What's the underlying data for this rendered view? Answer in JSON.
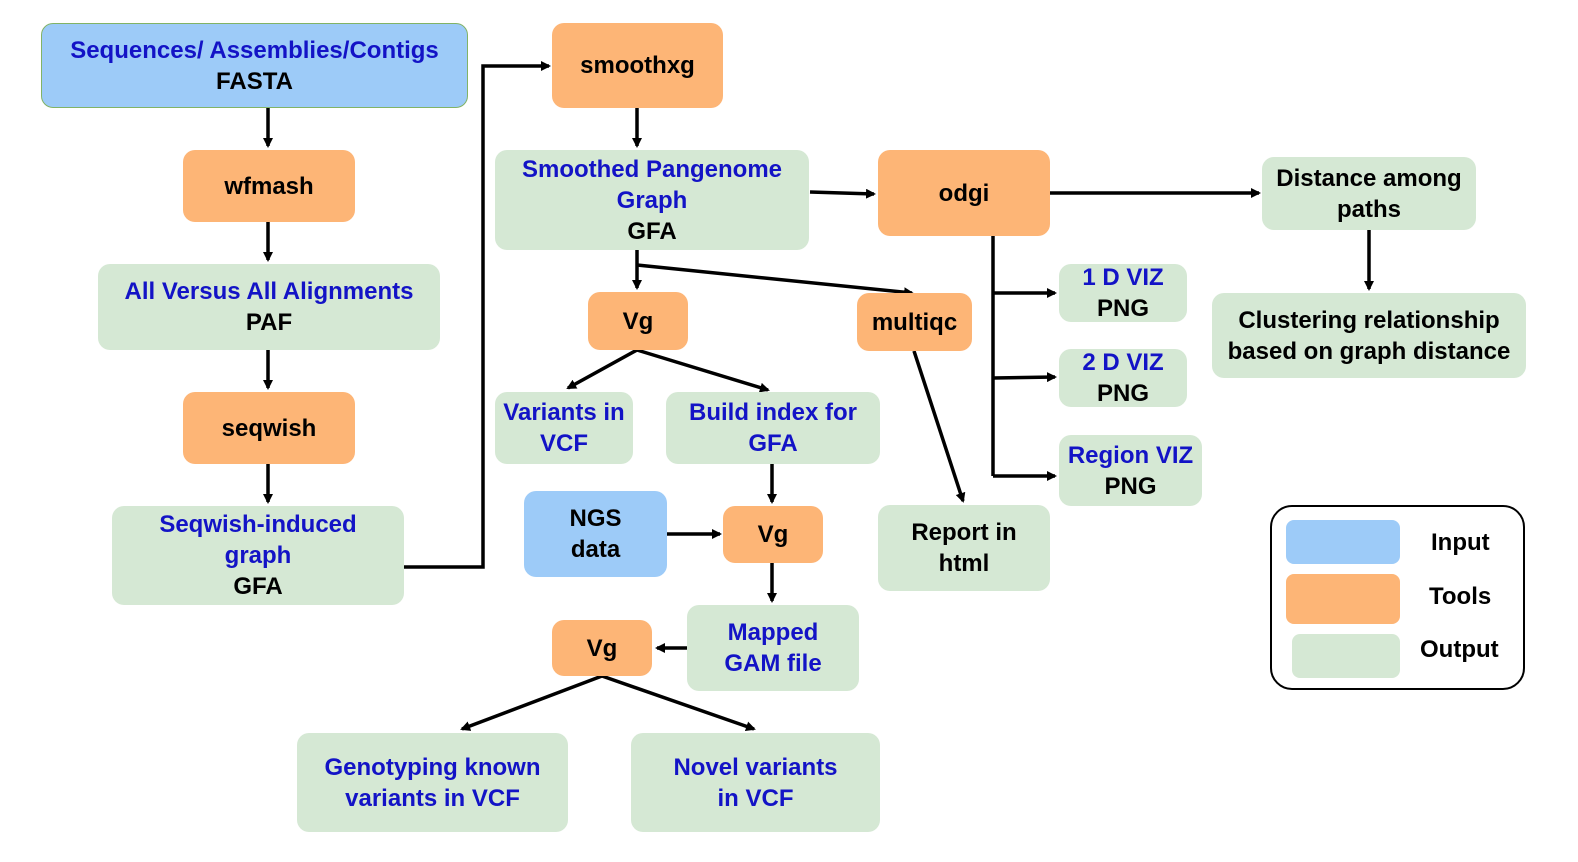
{
  "nodes": {
    "sequences": {
      "line1": "Sequences/ Assemblies/Contigs",
      "line2": "FASTA"
    },
    "wfmash": {
      "label": "wfmash"
    },
    "all_vs_all": {
      "line1": "All Versus All Alignments",
      "line2": "PAF"
    },
    "seqwish": {
      "label": "seqwish"
    },
    "seqwish_graph": {
      "line1": "Seqwish-induced",
      "line2": "graph",
      "line3": "GFA"
    },
    "smoothxg": {
      "label": "smoothxg"
    },
    "smoothed_graph": {
      "line1": "Smoothed Pangenome",
      "line2": "Graph",
      "line3": "GFA"
    },
    "vg_top": {
      "label": "Vg"
    },
    "multiqc": {
      "label": "multiqc"
    },
    "variants_vcf": {
      "line1": "Variants in",
      "line2": "VCF"
    },
    "build_index": {
      "line1": "Build index for",
      "line2": "GFA"
    },
    "ngs_data": {
      "line1": "NGS",
      "line2": "data"
    },
    "vg_mid": {
      "label": "Vg"
    },
    "mapped_gam": {
      "line1": "Mapped",
      "line2": "GAM file"
    },
    "vg_bottom": {
      "label": "Vg"
    },
    "genotyping": {
      "line1": "Genotyping known",
      "line2": "variants in VCF"
    },
    "novel_variants": {
      "line1": "Novel variants",
      "line2": "in VCF"
    },
    "odgi": {
      "label": "odgi"
    },
    "viz_1d": {
      "line1": "1 D VIZ",
      "line2": "PNG"
    },
    "viz_2d": {
      "line1": "2 D VIZ",
      "line2": "PNG"
    },
    "region_viz": {
      "line1": "Region VIZ",
      "line2": "PNG"
    },
    "report": {
      "line1": "Report in",
      "line2": "html"
    },
    "distance": {
      "line1": "Distance among",
      "line2": "paths"
    },
    "clustering": {
      "line1": "Clustering relationship",
      "line2": "based on graph distance"
    }
  },
  "legend": {
    "input": "Input",
    "tools": "Tools",
    "output": "Output"
  },
  "colors": {
    "input": "#9dcbf8",
    "tool": "#fdb576",
    "output": "#d5e8d4",
    "blue_text": "#1313c6",
    "arrow": "#000000"
  }
}
